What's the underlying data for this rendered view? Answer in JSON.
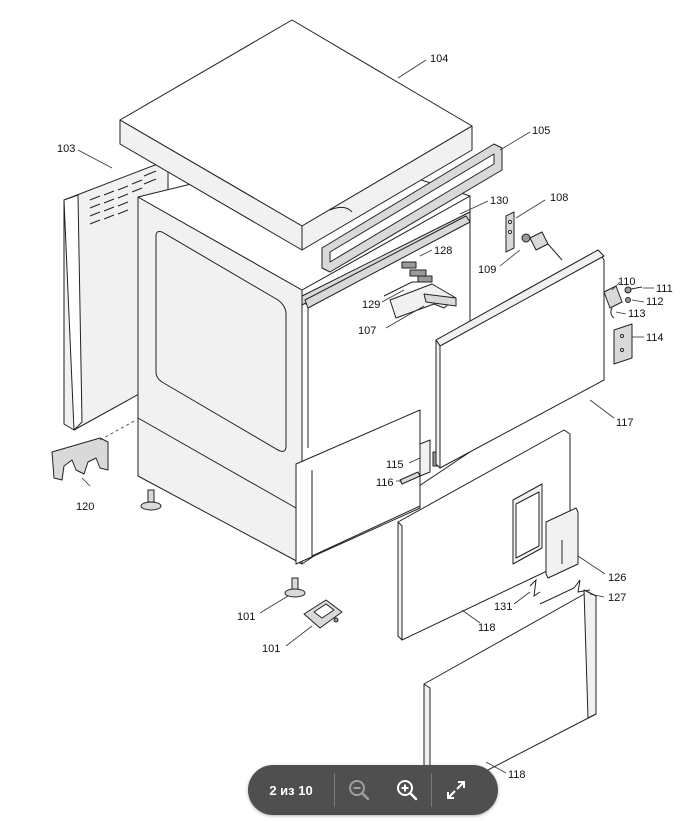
{
  "labels": {
    "p101a": "101",
    "p101b": "101",
    "p103": "103",
    "p104": "104",
    "p105": "105",
    "p107": "107",
    "p108": "108",
    "p109": "109",
    "p110": "110",
    "p111": "111",
    "p112": "112",
    "p113": "113",
    "p114": "114",
    "p115": "115",
    "p116": "116",
    "p117": "117",
    "p118a": "118",
    "p118b": "118",
    "p120": "120",
    "p126": "126",
    "p127": "127",
    "p128": "128",
    "p129": "129",
    "p130": "130",
    "p131": "131"
  },
  "viewer": {
    "page_indicator": "2 из 10",
    "zoom_out_icon": "zoom-out-icon",
    "zoom_in_icon": "zoom-in-icon",
    "fullscreen_icon": "expand-icon"
  }
}
